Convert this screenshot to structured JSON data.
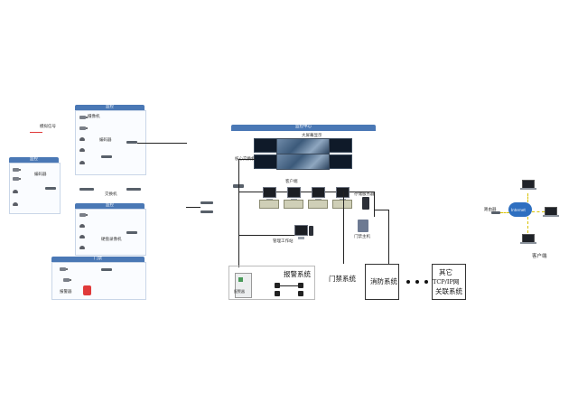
{
  "left": {
    "note_label": "模拟信号",
    "panel1_title": "监控",
    "panel2_title": "监控",
    "panel3_title": "监控",
    "panel4_title": "门禁",
    "panel5_title": "报警系统",
    "device_labels": {
      "cam": "摄像机",
      "enc": "编码器",
      "sw": "交换机",
      "dvr": "硬盘录像机",
      "alarm": "报警器"
    }
  },
  "center": {
    "title": "监控中心",
    "wall_label": "大屏幕显示",
    "switch_label": "核心交换机",
    "server_label": "存储服务器",
    "clients_label": "客户端",
    "workstation_label": "管理工作站",
    "door_panel_label": "门禁主机",
    "alarm_system": "报警系统",
    "door_system": "门禁系统",
    "fire_system": "消防系统",
    "other_system_line1": "其它",
    "other_system_line2": "TCP/IP网",
    "other_system_line3": "关联系统"
  },
  "right": {
    "cloud_label": "Internet",
    "node_label": "路由器",
    "client_label": "客户端"
  },
  "colors": {
    "header": "#4a78b5",
    "accent_red": "#e03a3a",
    "link_yellow": "#d9c200"
  }
}
